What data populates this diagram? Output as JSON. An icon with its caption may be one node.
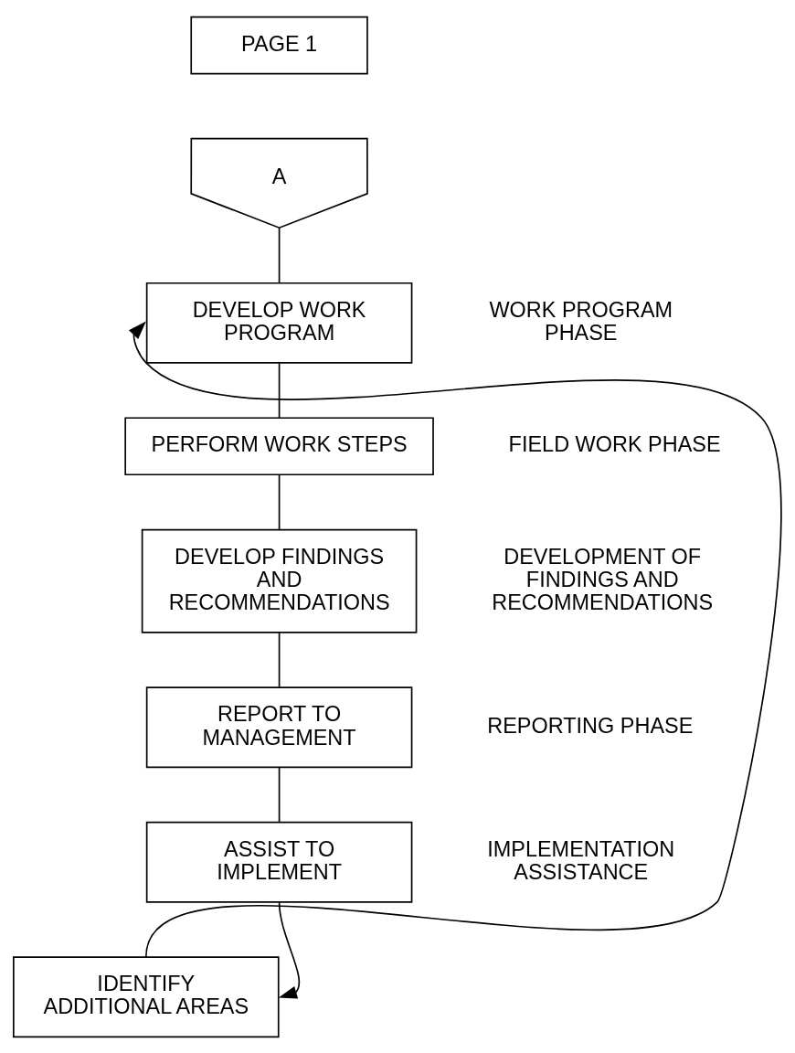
{
  "diagram": {
    "nodes": [
      {
        "text": [
          "PAGE 1"
        ]
      },
      {
        "text": [
          "A"
        ]
      },
      {
        "text": [
          "DEVELOP WORK PROGRAM"
        ],
        "beside": [
          "WORK PROGRAM PHASE"
        ]
      },
      {
        "text": [
          "PERFORM WORK STEPS"
        ],
        "beside": [
          "FIELD WORK PHASE"
        ]
      },
      {
        "text": [
          "DEVELOP FINDINGS AND RECOMMENDATIONS"
        ],
        "beside": [
          "DEVELOPMENT OF FINDINGS AND RECOMMENDATIONS"
        ]
      },
      {
        "text": [
          "REPORT TO MANAGEMENT"
        ],
        "beside": [
          "REPORTING PHASE"
        ]
      },
      {
        "text": [
          "ASSIST TO IMPLEMENT"
        ],
        "beside": [
          "IMPLEMENTATION ASSISTANCE"
        ]
      },
      {
        "text": [
          "IDENTIFY ADDITIONAL AREAS"
        ]
      }
    ],
    "edges": [
      {
        "from": 1,
        "to": 2,
        "arrow": "none"
      },
      {
        "from": 2,
        "to": 3,
        "arrow": "none"
      },
      {
        "from": 3,
        "to": 4,
        "arrow": "none"
      },
      {
        "from": 4,
        "to": 5,
        "arrow": "none"
      },
      {
        "from": 5,
        "to": 6,
        "arrow": "none"
      },
      {
        "from": 6,
        "to": 7,
        "arrow": "to"
      },
      {
        "from": 7,
        "to": 2,
        "arrow": "to"
      }
    ]
  }
}
